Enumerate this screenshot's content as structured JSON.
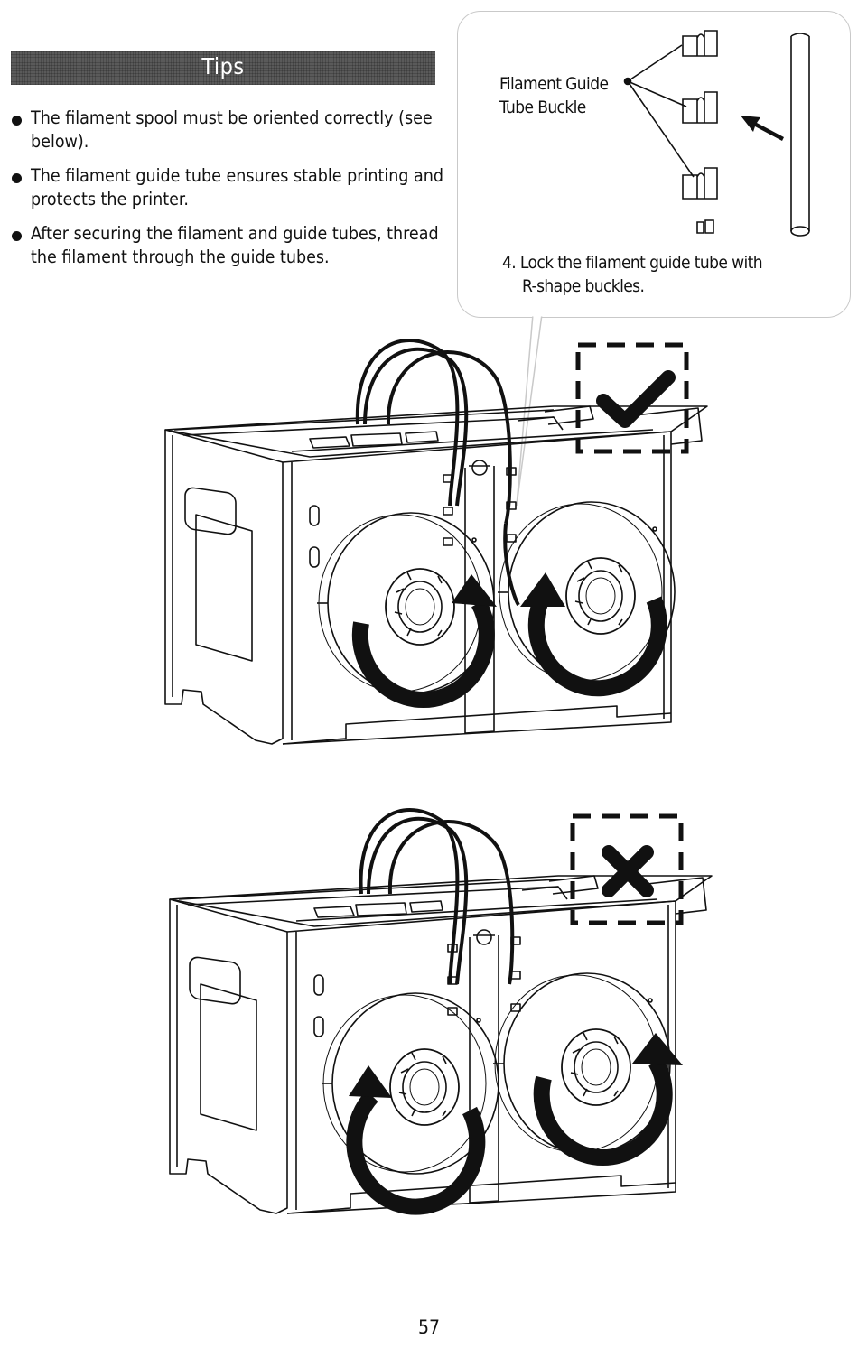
{
  "tips": {
    "title": "Tips",
    "items": [
      "The filament spool must be oriented correctly (see below).",
      "The filament guide tube ensures stable printing and protects the printer.",
      "After securing the filament and guide tubes, thread the filament through the guide tubes."
    ]
  },
  "callout": {
    "label_line1": "Filament Guide",
    "label_line2": "Tube Buckle",
    "step_line1": "4. Lock the filament guide tube with",
    "step_line2": "R-shape buckles."
  },
  "figures": {
    "correct": {
      "status": "correct",
      "icon": "check-icon"
    },
    "incorrect": {
      "status": "incorrect",
      "icon": "cross-icon"
    }
  },
  "page_number": "57"
}
